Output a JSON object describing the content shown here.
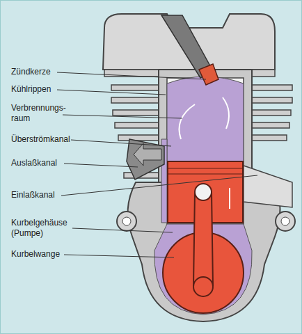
{
  "diagram": {
    "labels": [
      "Zündkerze",
      "Kühlrippen",
      "Verbrennungs- raum",
      "Überströmkanal",
      "Auslaßkanal",
      "Einlaßkanal",
      "Kurbelgehäuse (Pumpe)",
      "Kurbelwange"
    ]
  }
}
